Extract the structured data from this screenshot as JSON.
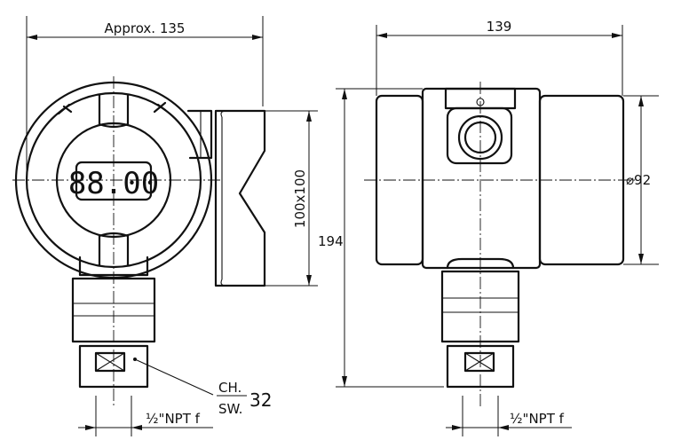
{
  "dimensions": {
    "approx_width": "Approx. 135",
    "side_width": "139",
    "diameter": "⌀92",
    "bracket_size": "100x100",
    "height": "194",
    "thread_front": "½\"NPT f",
    "thread_side": "½\"NPT f",
    "wrench_ch": "CH.",
    "wrench_sw": "SW.",
    "wrench_size": "32"
  },
  "display": {
    "reading": "88.00"
  }
}
